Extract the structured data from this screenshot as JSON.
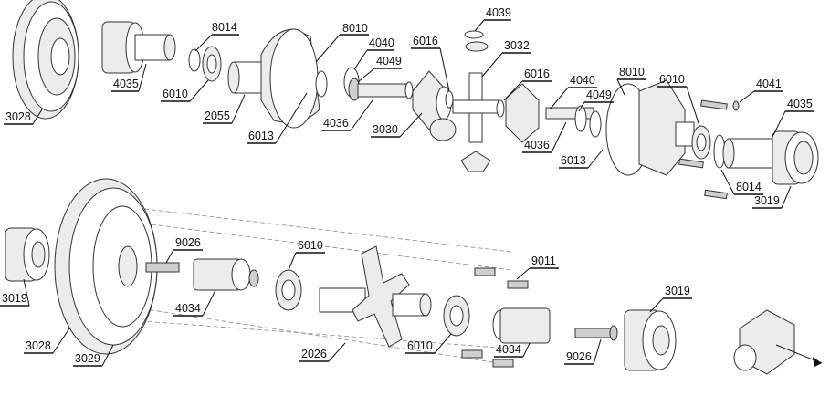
{
  "labels": {
    "l8014a": "8014",
    "l8010a": "8010",
    "l4039": "4039",
    "l4040a": "4040",
    "l6016a": "6016",
    "l3032": "3032",
    "l4049a": "4049",
    "l4035a": "4035",
    "l6010a": "6010",
    "l2055": "2055",
    "l6013a": "6013",
    "l4036a": "4036",
    "l3030": "3030",
    "l3028a": "3028",
    "l6016b": "6016",
    "l8010b": "8010",
    "l4040b": "4040",
    "l6010b": "6010",
    "l4049b": "4049",
    "l4041": "4041",
    "l4035b": "4035",
    "l4036b": "4036",
    "l6013b": "6013",
    "l8014b": "8014",
    "l3019a": "3019",
    "l9026a": "9026",
    "l6010c": "6010",
    "l9011": "9011",
    "l3019b": "3019",
    "l3019c": "3019",
    "l4034a": "4034",
    "l3028b": "3028",
    "l3029": "3029",
    "l2026": "2026",
    "l6010d": "6010",
    "l4034b": "4034",
    "l9026b": "9026"
  }
}
